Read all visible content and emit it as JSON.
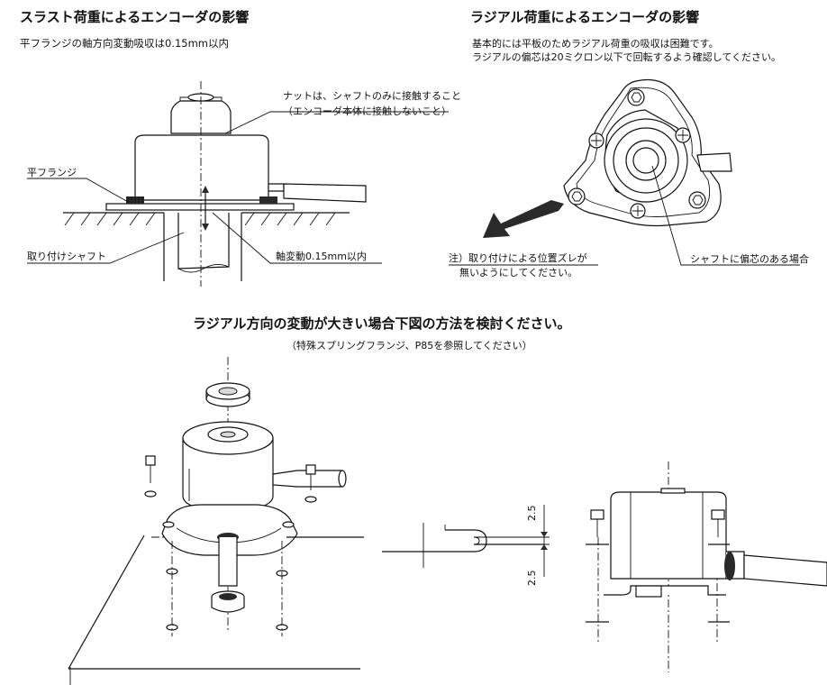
{
  "thrust": {
    "title": "スラスト荷重によるエンコーダの影響",
    "subtitle": "平フランジの軸方向変動吸収は0.15mm以内",
    "callout_nut_line1": "ナットは、シャフトのみに接触すること",
    "callout_nut_line2": "（エンコーダ本体に接触しないこと）",
    "label_flange": "平フランジ",
    "label_shaft": "取り付けシャフト",
    "label_axial": "軸変動0.15mm以内"
  },
  "radial": {
    "title": "ラジアル荷重によるエンコーダの影響",
    "desc_line1": "基本的には平板のためラジアル荷重の吸収は困難です。",
    "desc_line2": "ラジアルの偏芯は20ミクロン以下で回転するよう確認してください。",
    "note_line1": "注）取り付けによる位置ズレが",
    "note_line2": "無いようにしてください。",
    "label_eccentric": "シャフトに偏芯のある場合"
  },
  "bottom": {
    "title": "ラジアル方向の変動が大きい場合下図の方法を検討ください。",
    "subtitle": "（特殊スプリングフランジ、P85を参照してください）",
    "dim_top": "2.5",
    "dim_bottom": "2.5"
  }
}
